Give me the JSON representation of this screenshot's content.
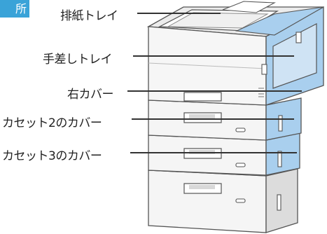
{
  "header": {
    "tag": "所"
  },
  "labels": {
    "output_tray": "排紙トレイ",
    "bypass_tray": "手差しトレイ",
    "right_cover": "右カバー",
    "cassette2_cover": "カセット2のカバー",
    "cassette3_cover": "カセット3のカバー"
  },
  "colors": {
    "tag": "#3aa3d8",
    "highlight": "#a9cfee",
    "outline": "#555555",
    "body": "#f4f4f4"
  }
}
